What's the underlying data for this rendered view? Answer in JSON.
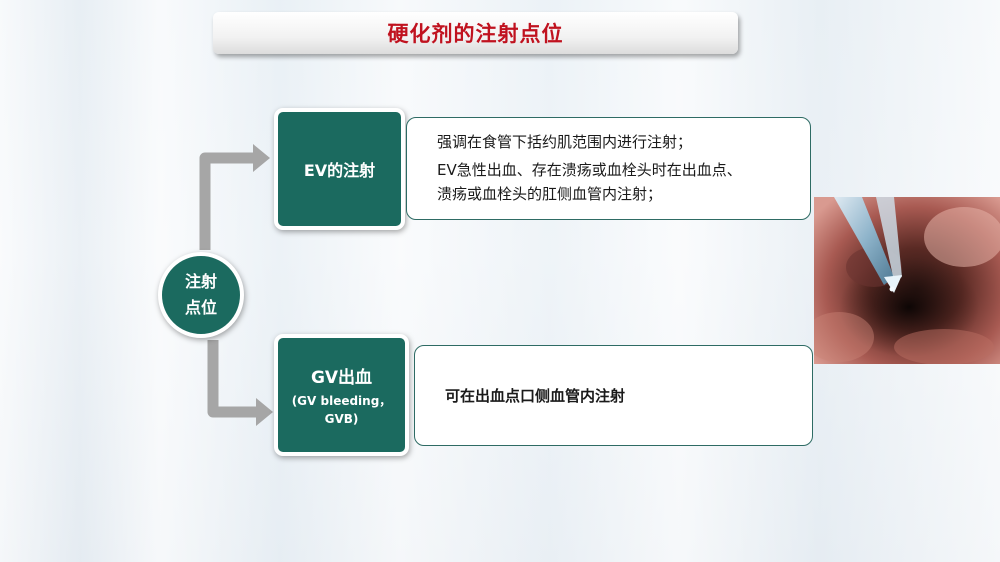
{
  "title": "硬化剂的注射点位",
  "center_node": {
    "label": "注射点位"
  },
  "branches": [
    {
      "label": "EV的注射",
      "description_lines": [
        "强调在食管下括约肌范围内进行注射；",
        "EV急性出血、存在溃疡或血栓头时在出血点、\n溃疡或血栓头的肛侧血管内注射；"
      ]
    },
    {
      "label": "GV出血",
      "sublabel": "(GV bleeding，\nGVB)",
      "description": "可在出血点口侧血管内注射"
    }
  ],
  "colors": {
    "node_fill": "#1b6a5f",
    "title_text": "#c0121f",
    "arrow": "#a6a6a6",
    "desc_border": "#2e6b64"
  },
  "image": {
    "type": "endoscopic-photo",
    "content": "injection-needle-in-esophagus"
  }
}
